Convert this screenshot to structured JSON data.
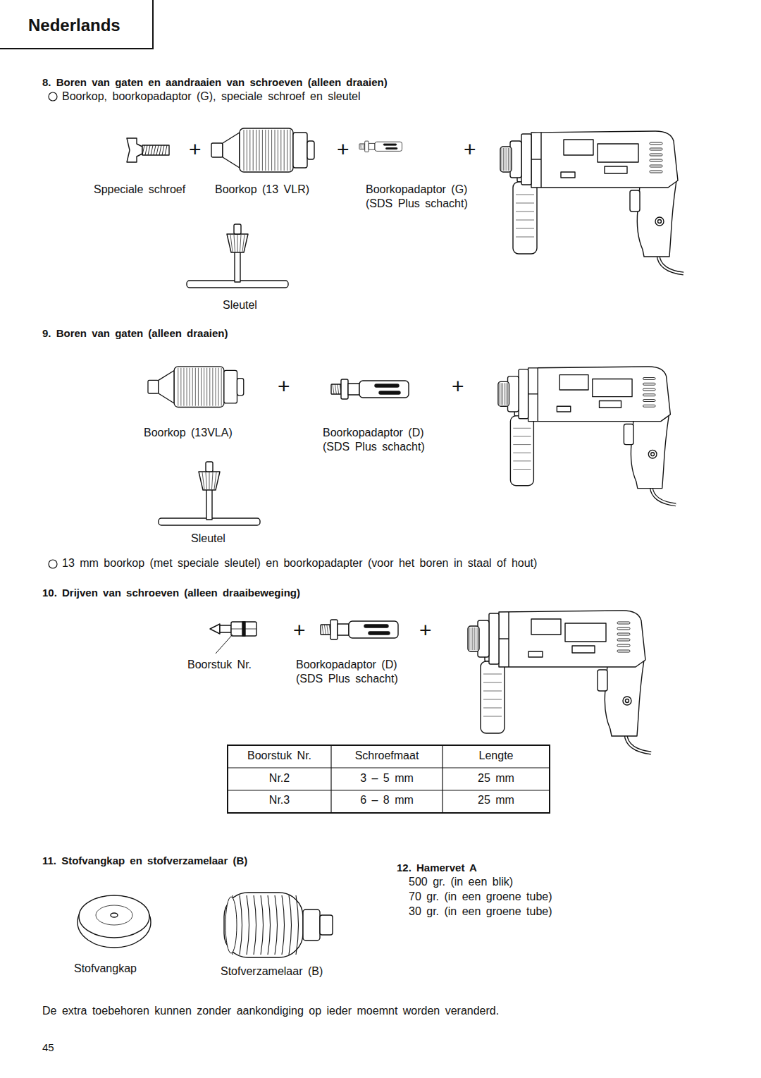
{
  "diagram": {
    "nodes": [
      {
        "text": [
          "Nederlands"
        ]
      }
    ],
    "edges": [],
    "labels": [
      "8. Boren van gaten en aandraaien van schroeven (alleen draaien)",
      "Boorkop, boorkopadaptor (G), speciale schroef en sleutel",
      "+",
      "+",
      "+",
      "Sppeciale schroef",
      "Boorkop (13 VLR)",
      "Boorkopadaptor (G) (SDS Plus schacht)",
      "Sleutel",
      "9. Boren van gaten (alleen draaien)",
      "+",
      "+",
      "Boorkop (13VLA)",
      "Boorkopadaptor (D) (SDS Plus schacht)",
      "Sleutel",
      "13 mm boorkop (met speciale sleutel) en boorkopadapter (voor het boren in staal of hout)",
      "10. Drijven van schroeven (alleen draaibeweging)",
      "+",
      "+",
      "Boorstuk Nr.",
      "Boorkopadaptor (D) (SDS Plus schacht)",
      "Boorstuk Nr.",
      "Schroefmaat",
      "Lengte",
      "Nr.2",
      "3 – 5 mm",
      "25 mm",
      "Nr.3",
      "6 – 8 mm",
      "25 mm",
      "11. Stofvangkap en stofverzamelaar (B)",
      "12. Hamervet A",
      "500 gr. (in een blik)",
      "70 gr. (in een groene tube)",
      "30 gr. (in een groene tube)",
      "Stofvangkap",
      "Stofverzamelaar (B)",
      "De extra toebehoren kunnen zonder aankondiging op ieder moemnt worden veranderd.",
      "45"
    ]
  }
}
